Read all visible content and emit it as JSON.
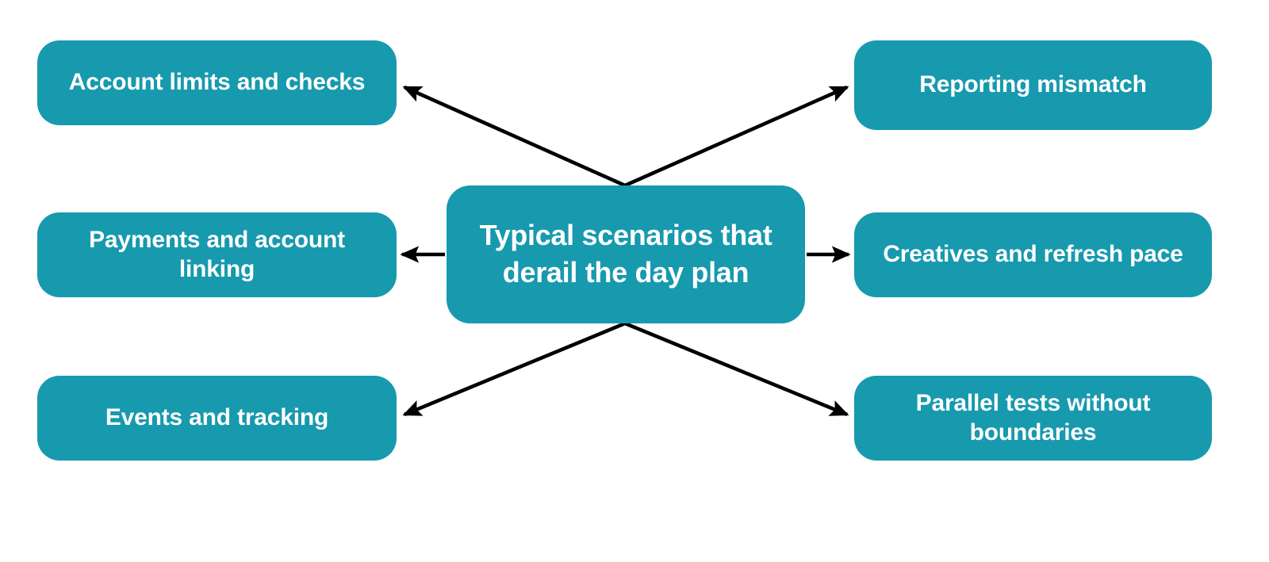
{
  "diagram": {
    "type": "hub-and-spoke",
    "title": "Typical scenarios that derail the day plan",
    "background_color": "#ffffff",
    "node_color": "#1799AE",
    "node_text_color": "#ffffff",
    "edge_color": "#000000",
    "center": {
      "id": "center",
      "label": "Typical scenarios that derail the day plan"
    },
    "nodes": [
      {
        "id": "account-limits",
        "label": "Account limits and checks",
        "side": "left",
        "row": "top"
      },
      {
        "id": "payments",
        "label": "Payments and account linking",
        "side": "left",
        "row": "middle"
      },
      {
        "id": "events",
        "label": "Events and tracking",
        "side": "left",
        "row": "bottom"
      },
      {
        "id": "reporting",
        "label": "Reporting mismatch",
        "side": "right",
        "row": "top"
      },
      {
        "id": "creatives",
        "label": "Creatives and refresh pace",
        "side": "right",
        "row": "middle"
      },
      {
        "id": "parallel-tests",
        "label": "Parallel tests without boundaries",
        "side": "right",
        "row": "bottom"
      }
    ],
    "edges": [
      {
        "from": "center",
        "to": "account-limits",
        "direction": "to-node"
      },
      {
        "from": "center",
        "to": "payments",
        "direction": "to-node"
      },
      {
        "from": "center",
        "to": "events",
        "direction": "to-node"
      },
      {
        "from": "center",
        "to": "reporting",
        "direction": "to-node"
      },
      {
        "from": "center",
        "to": "creatives",
        "direction": "to-node"
      },
      {
        "from": "center",
        "to": "parallel-tests",
        "direction": "to-node"
      }
    ]
  }
}
